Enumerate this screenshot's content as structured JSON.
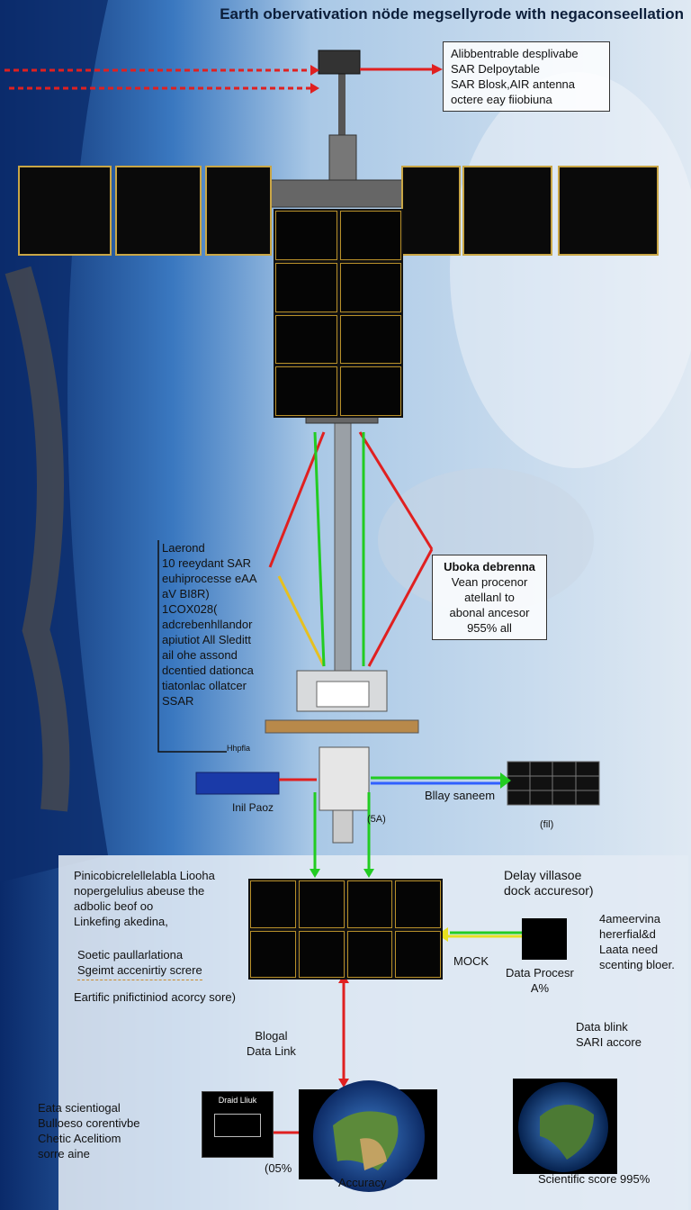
{
  "title": "Earth obervativation nöde megsellyrode with negaconseellation",
  "top_right_box": [
    "Alibbentrable desplivabe",
    "SAR Delpoytable",
    "SAR Blosk,AIR antenna",
    "octere eay fiiobiuna"
  ],
  "left_box": [
    "Laerond",
    "10 reeydant SAR",
    "euhiprocesse eAA",
    "aV BI8R)",
    "1COX028(",
    "adcrebenhllandor",
    "apiutiot All Sleditt",
    "ail ohe assond",
    "dcentied dationca",
    "tiatonlac ollatcer",
    "SSAR"
  ],
  "right_box": [
    "Uboka debrenna",
    "Vean procenor",
    "atellanl to",
    "abonal ancesor",
    "955% all"
  ],
  "small_labels": {
    "tiny_sign": "Hhpfla",
    "left_panel_label": "Inil Paoz",
    "mid_label": "(5A)",
    "bay_label": "Bllay saneem",
    "right_panel_sub": "(fil)"
  },
  "lower_left": [
    "Pinicobicrelellelabla Liooha",
    "nopergelulius abeuse the",
    "adbolic beof oo",
    "Linkefing akedina,"
  ],
  "lower_left_2": [
    "Soetic paullarlationa",
    "Sgeimt accenirtiy screre"
  ],
  "lower_left_3": "Eartific pnifictiniod acorcy sore)",
  "delay_box": [
    "Delay villasoe",
    "dock accuresor)"
  ],
  "right_list": [
    "4ameervina",
    "hererfial&d",
    "Laata need",
    "scenting bloer."
  ],
  "mock_label": "MOCK",
  "data_proc": [
    "Data Procesr",
    "A%"
  ],
  "datalink_right": [
    "Data blink",
    "SARI accore"
  ],
  "blogal": [
    "Blogal",
    "Data Link"
  ],
  "bottom_left": [
    "Eata scientiogal",
    "Bulloeso corentivbe",
    "Chetic Acelitiom",
    "sorre aine"
  ],
  "thumb_title": "Draid Lliuk",
  "pct_left": "(05%",
  "accuracy": "Accuracy",
  "sci_score": "Scientific score 995%",
  "colors": {
    "link_red": "#e02020",
    "link_green": "#22cc22",
    "link_yellow": "#e6e020",
    "link_blue": "#3060ff"
  }
}
